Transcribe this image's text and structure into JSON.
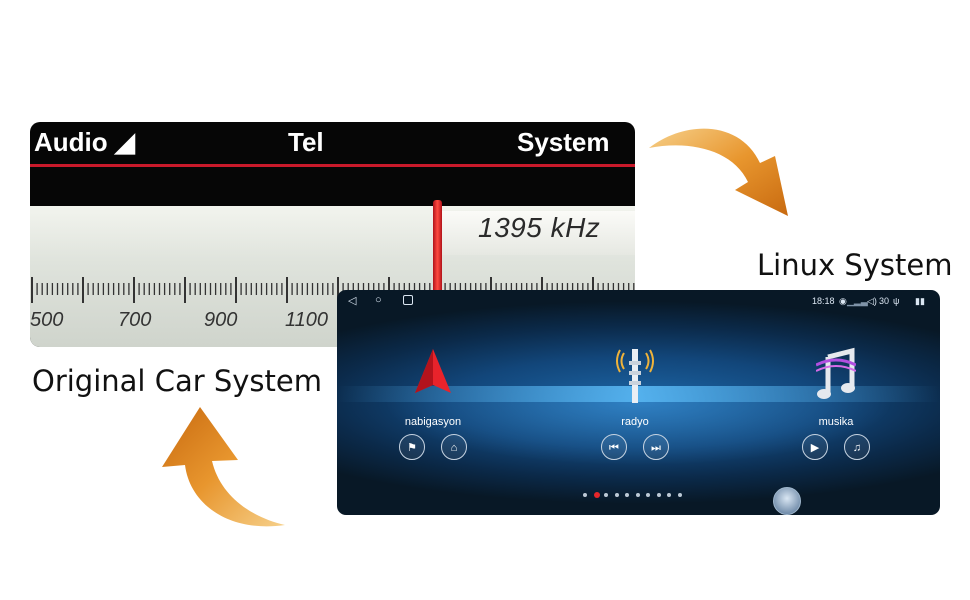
{
  "original": {
    "header": {
      "audio": "Audio ◢",
      "tel": "Tel",
      "system": "System"
    },
    "frequency": "1395 kHz",
    "scale": [
      "500",
      "700",
      "900",
      "1100"
    ]
  },
  "labels": {
    "original_car_system": "Original Car System",
    "linux_system": "Linux System"
  },
  "headunit": {
    "statusbar": {
      "time": "18:18",
      "volume": "30"
    },
    "apps": [
      {
        "label": "nabigasyon",
        "icon": "navigation-arrow-icon"
      },
      {
        "label": "radyo",
        "icon": "radio-tower-icon"
      },
      {
        "label": "musika",
        "icon": "music-note-icon"
      }
    ],
    "page_count": 10,
    "active_page": 1
  },
  "colors": {
    "accent_red": "#e5262a",
    "arrow_orange": "#e8962e",
    "screen_blue": "#12467a"
  }
}
